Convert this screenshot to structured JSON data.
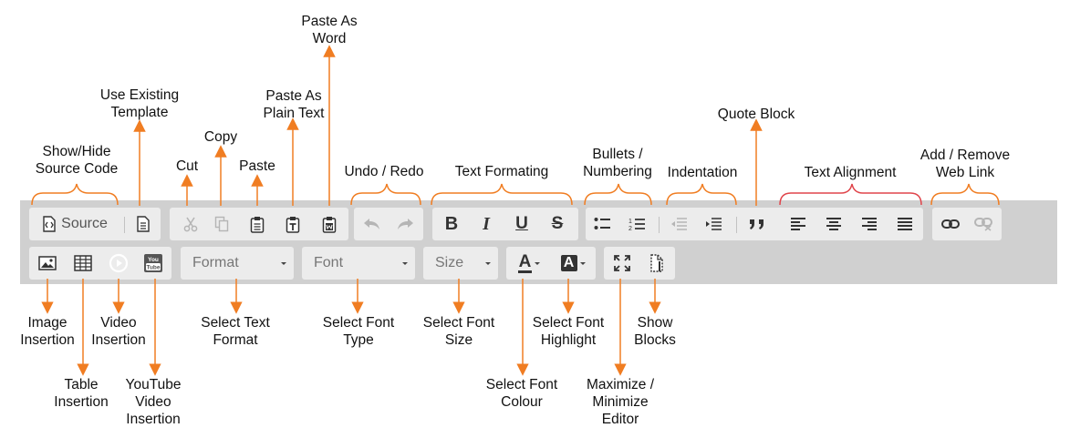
{
  "colors": {
    "arrow": "#f07d22",
    "bracket_orange": "#f07d22",
    "bracket_red": "#e0454b"
  },
  "toolbar": {
    "source_label": "Source",
    "format_placeholder": "Format",
    "font_placeholder": "Font",
    "size_placeholder": "Size",
    "icons": [
      "source-icon",
      "template-icon",
      "cut-icon",
      "copy-icon",
      "paste-icon",
      "paste-text-icon",
      "paste-word-icon",
      "undo-icon",
      "redo-icon",
      "bold-icon",
      "italic-icon",
      "underline-icon",
      "strike-icon",
      "bullets-icon",
      "numbering-icon",
      "outdent-icon",
      "indent-icon",
      "quote-icon",
      "align-left-icon",
      "align-center-icon",
      "align-right-icon",
      "justify-icon",
      "link-icon",
      "unlink-icon",
      "image-icon",
      "table-icon",
      "video-icon",
      "youtube-icon",
      "font-colour-icon",
      "font-highlight-icon",
      "maximize-icon",
      "show-blocks-icon"
    ],
    "youtube_icon_text": [
      "You",
      "Tube"
    ],
    "bold_glyph": "B",
    "italic_glyph": "I",
    "underline_glyph": "U",
    "strike_glyph": "S",
    "colour_glyph": "A"
  },
  "labels": {
    "show_hide_source": [
      "Show/Hide",
      "Source Code"
    ],
    "use_existing_template": [
      "Use Existing",
      "Template"
    ],
    "cut": [
      "Cut"
    ],
    "copy": [
      "Copy"
    ],
    "paste": [
      "Paste"
    ],
    "paste_plain_text": [
      "Paste As",
      "Plain Text"
    ],
    "paste_as_word": [
      "Paste As",
      "Word"
    ],
    "undo_redo": [
      "Undo / Redo"
    ],
    "text_formating": [
      "Text Formating"
    ],
    "bullets_numbering": [
      "Bullets /",
      "Numbering"
    ],
    "indentation": [
      "Indentation"
    ],
    "quote_block": [
      "Quote Block"
    ],
    "text_alignment": [
      "Text Alignment"
    ],
    "web_link": [
      "Add / Remove",
      "Web Link"
    ],
    "image_insertion": [
      "Image",
      "Insertion"
    ],
    "table_insertion": [
      "Table",
      "Insertion"
    ],
    "video_insertion": [
      "Video",
      "Insertion"
    ],
    "youtube_insertion": [
      "YouTube",
      "Video",
      "Insertion"
    ],
    "select_text_format": [
      "Select Text",
      "Format"
    ],
    "select_font_type": [
      "Select Font",
      "Type"
    ],
    "select_font_size": [
      "Select Font",
      "Size"
    ],
    "select_font_colour": [
      "Select Font",
      "Colour"
    ],
    "select_font_highlight": [
      "Select Font",
      "Highlight"
    ],
    "maximize_minimize": [
      "Maximize /",
      "Minimize",
      "Editor"
    ],
    "show_blocks": [
      "Show",
      "Blocks"
    ]
  }
}
